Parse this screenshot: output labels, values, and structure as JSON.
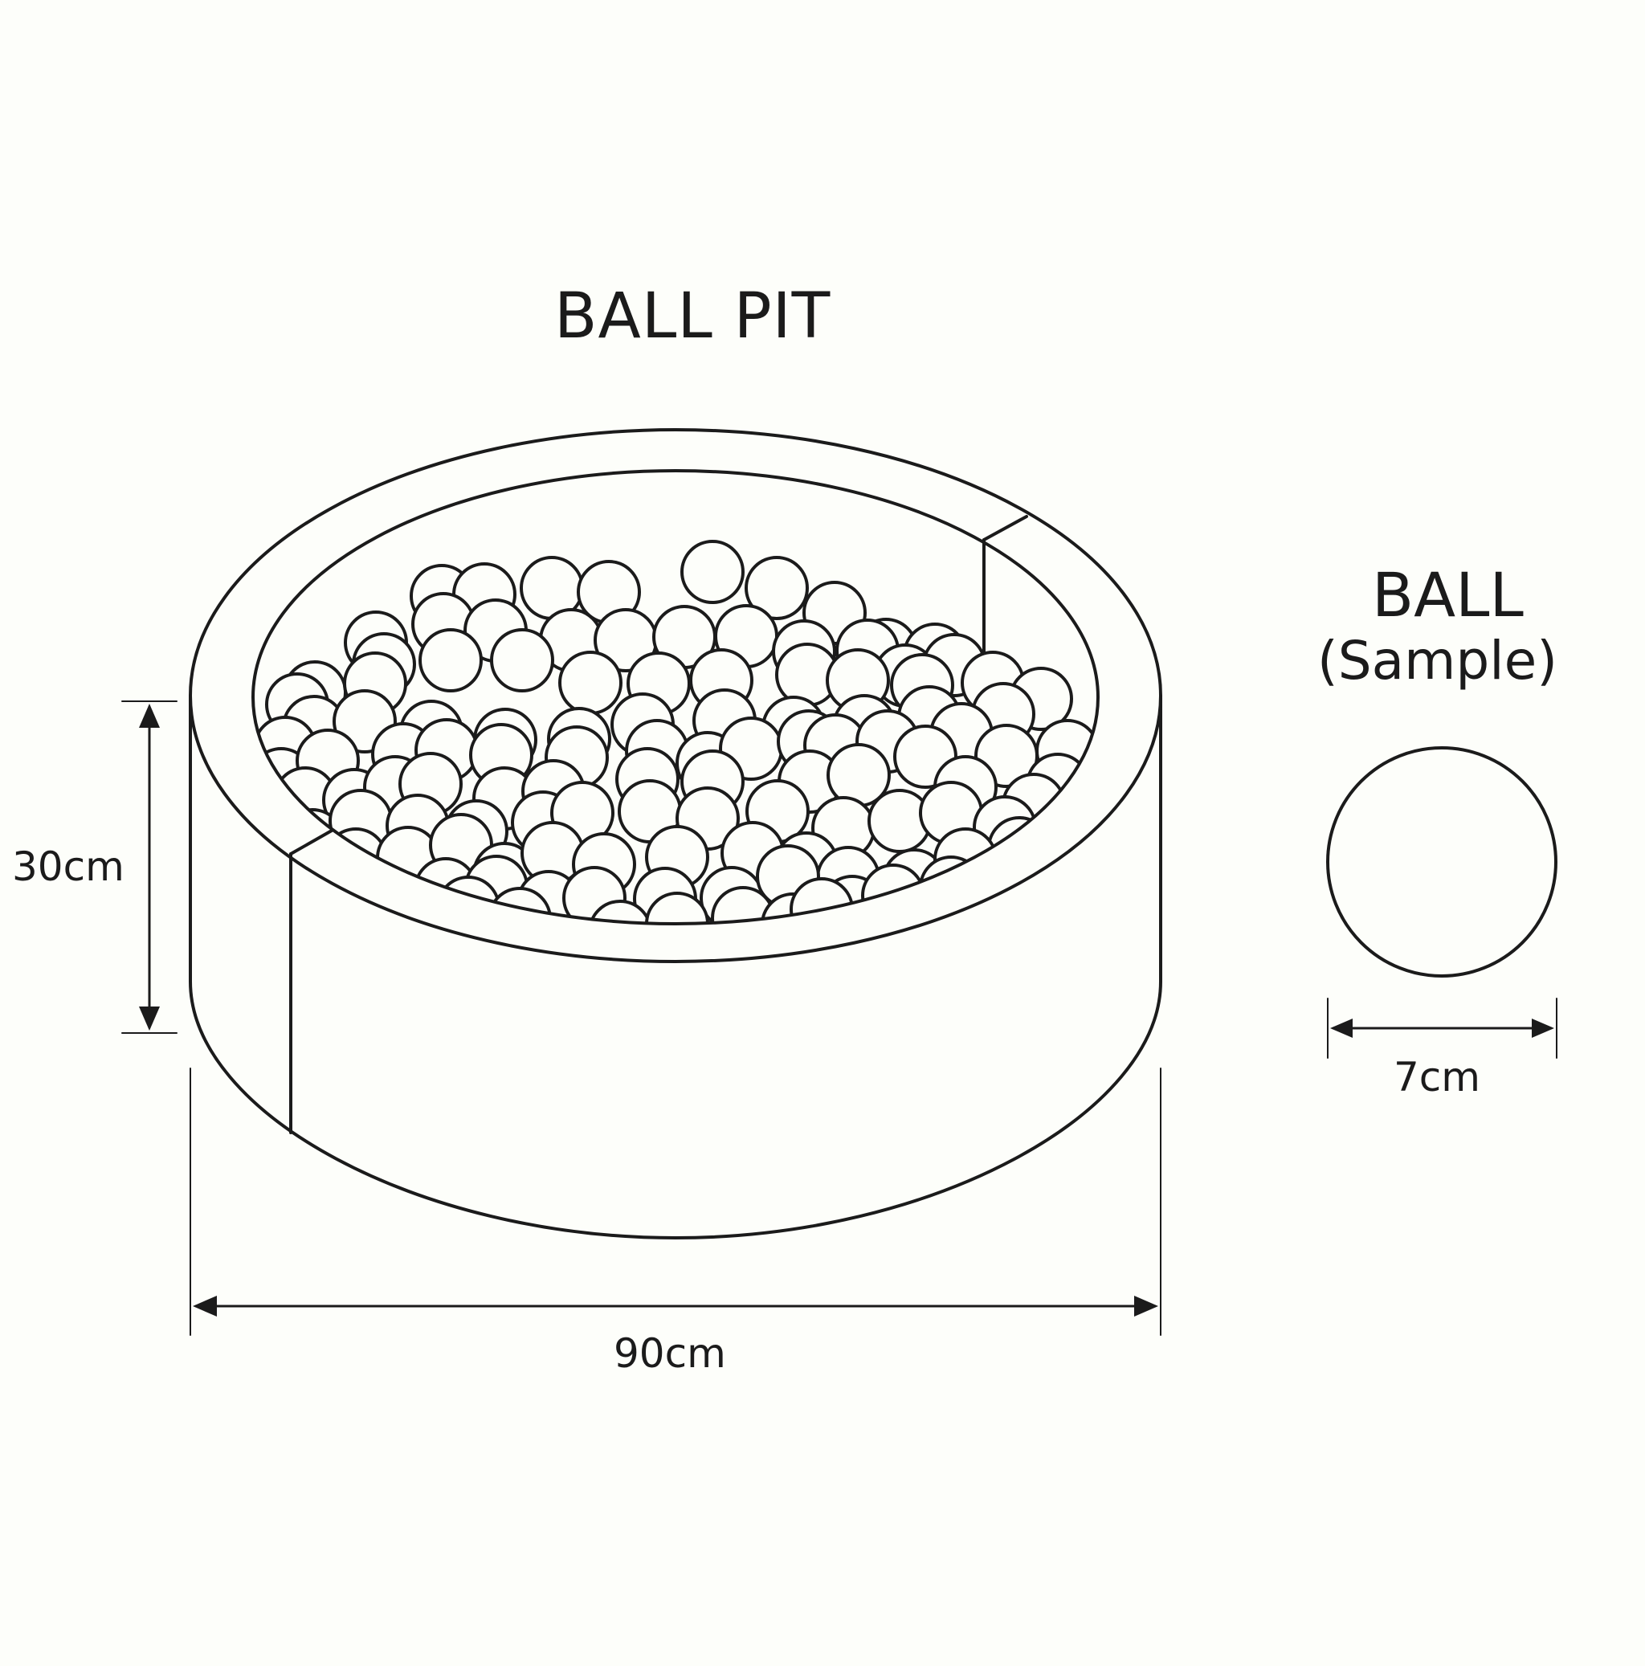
{
  "title": "BALL PIT",
  "sample": {
    "title": "BALL",
    "subtitle": "(Sample)"
  },
  "dimensions": {
    "height": "30cm",
    "width": "90cm",
    "ball_diameter": "7cm"
  },
  "colors": {
    "line": "#1b1b1b",
    "background": "#fdfefa"
  }
}
